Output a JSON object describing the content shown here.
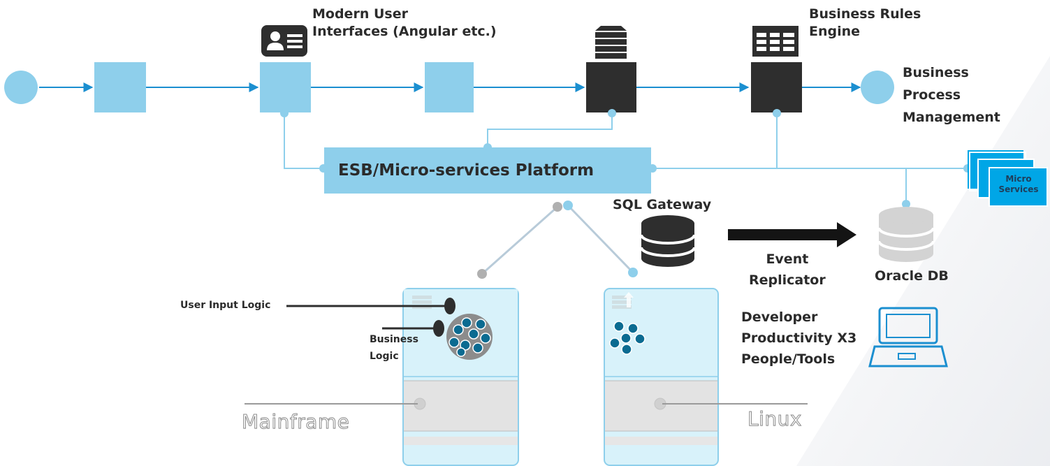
{
  "labels": {
    "modern_ui": [
      "Modern User",
      "Interfaces (Angular etc.)"
    ],
    "business_rules": [
      "Business Rules",
      "Engine"
    ],
    "bpm": [
      "Business",
      "Process",
      "Management"
    ],
    "esb": "ESB/Micro-services Platform",
    "micro_services": [
      "Micro",
      "Services"
    ],
    "sql_gateway": "SQL Gateway",
    "event_replicator": [
      "Event",
      "Replicator"
    ],
    "oracle_db": "Oracle DB",
    "developer": [
      "Developer",
      "Productivity X3",
      "People/Tools"
    ],
    "user_input_logic": "User Input Logic",
    "business_logic": [
      "Business",
      "Logic"
    ],
    "mainframe": "Mainframe",
    "linux": "Linux"
  },
  "colors": {
    "light_blue": "#8ecfeb",
    "arrow_blue": "#1b8fd0",
    "dark_box": "#2e2e2e",
    "bright_blue": "#00a6e6",
    "dot_teal": "#0b6b91"
  },
  "icons": [
    "person-card-icon",
    "server-stack-icon",
    "table-grid-icon",
    "database-icon",
    "laptop-icon"
  ]
}
